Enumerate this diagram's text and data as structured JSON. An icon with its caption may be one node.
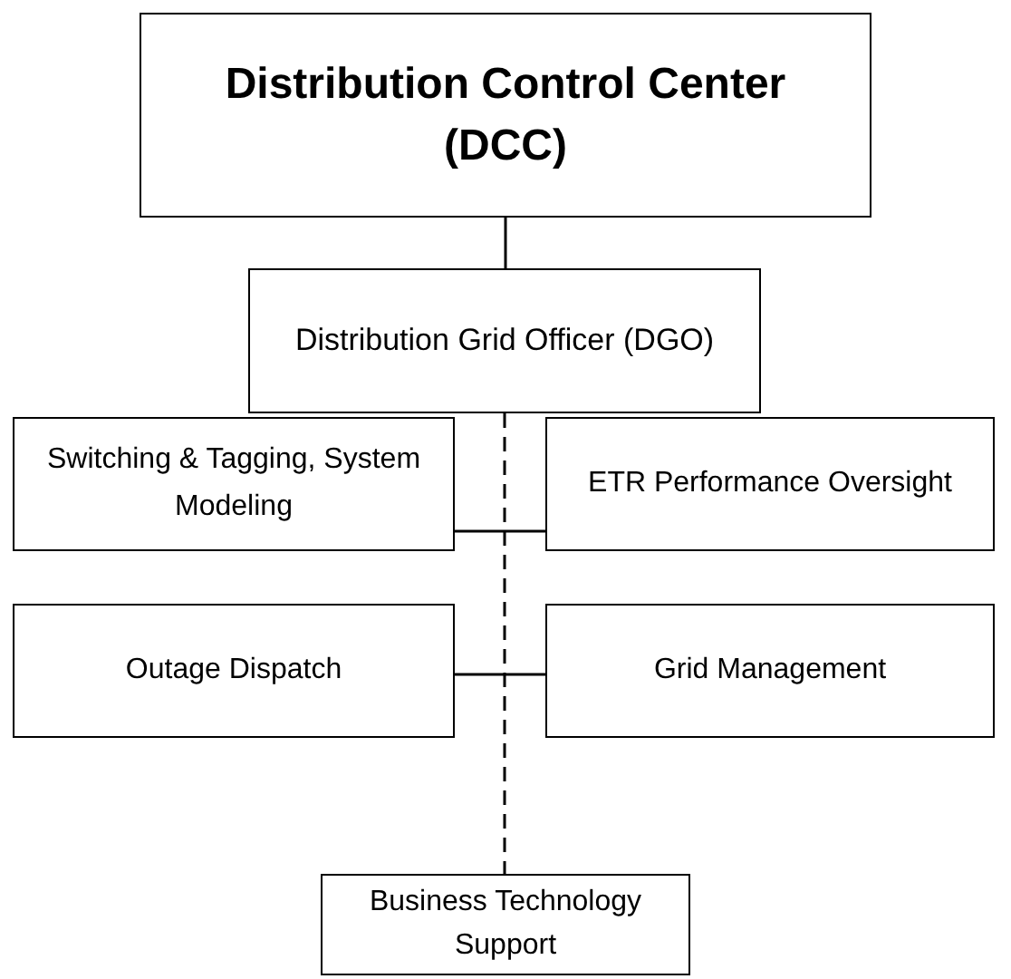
{
  "diagram": {
    "nodes": [
      {
        "text": [
          "Distribution Control Center (DCC)"
        ]
      },
      {
        "text": [
          "Distribution Grid Officer (DGO)"
        ]
      },
      {
        "text": [
          "Switching & Tagging, System Modeling"
        ]
      },
      {
        "text": [
          "ETR Performance Oversight"
        ]
      },
      {
        "text": [
          "Outage Dispatch"
        ]
      },
      {
        "text": [
          "Grid Management"
        ]
      },
      {
        "text": [
          "Business Technology Support"
        ]
      }
    ],
    "edges": [
      {
        "from": 0,
        "to": 1,
        "arrow": "none"
      },
      {
        "from": 1,
        "to": 6,
        "arrow": "none",
        "style": "dashed"
      },
      {
        "from": 2,
        "to": 3,
        "arrow": "none"
      },
      {
        "from": 4,
        "to": 5,
        "arrow": "none"
      }
    ]
  }
}
